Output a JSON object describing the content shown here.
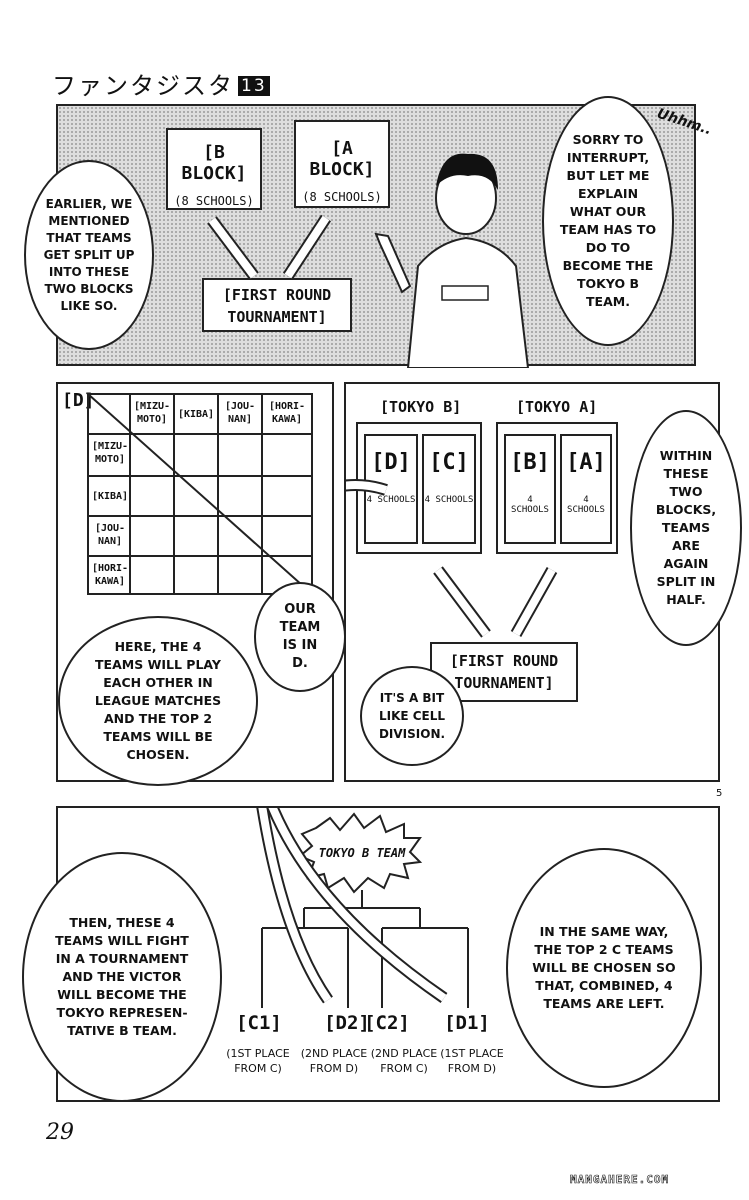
{
  "header": {
    "title": "ファンタジスタ",
    "volume": "13"
  },
  "panel1": {
    "b_block": {
      "label": "[B BLOCK]",
      "count": "(8 SCHOOLS)"
    },
    "a_block": {
      "label": "[A BLOCK]",
      "count": "(8 SCHOOLS)"
    },
    "first_round": "[FIRST ROUND\nTOURNAMENT]",
    "bubble_left": "EARLIER, WE\nMENTIONED\nTHAT TEAMS\nGET SPLIT UP\nINTO THESE\nTWO BLOCKS\nLIKE SO.",
    "bubble_right": "SORRY TO\nINTERRUPT,\nBUT LET ME\nEXPLAIN\nWHAT OUR\nTEAM HAS TO\nDO TO\nBECOME THE\nTOKYO B\nTEAM.",
    "sfx": "Uhhm.."
  },
  "panel2": {
    "grid_title": "[D]",
    "col_headers": [
      "[MIZU-\nMOTO]",
      "[KIBA]",
      "[JOU-\nNAN]",
      "[HORI-\nKAWA]"
    ],
    "row_headers": [
      "[MIZU-\nMOTO]",
      "[KIBA]",
      "[JOU-\nNAN]",
      "[HORI-\nKAWA]"
    ],
    "bubble_team": "OUR\nTEAM\nIS IN\nD.",
    "bubble_league": "HERE, THE 4\nTEAMS WILL PLAY\nEACH OTHER IN\nLEAGUE MATCHES\nAND THE TOP 2\nTEAMS WILL BE\nCHOSEN."
  },
  "panel3": {
    "tokyo_b": "[TOKYO B]",
    "tokyo_a": "[TOKYO A]",
    "blocks": [
      {
        "letter": "[D]",
        "count": "4 SCHOOLS"
      },
      {
        "letter": "[C]",
        "count": "4 SCHOOLS"
      },
      {
        "letter": "[B]",
        "count": "4 SCHOOLS"
      },
      {
        "letter": "[A]",
        "count": "4 SCHOOLS"
      }
    ],
    "first_round": "[FIRST ROUND\nTOURNAMENT]",
    "bubble_within": "WITHIN\nTHESE\nTWO\nBLOCKS,\nTEAMS\nARE\nAGAIN\nSPLIT IN\nHALF.",
    "bubble_cell": "IT'S A BIT\nLIKE CELL\nDIVISION."
  },
  "panel4": {
    "starburst": "TOKYO B TEAM",
    "bracket": [
      {
        "label": "[C1]",
        "sub": "(1ST PLACE\nFROM C)"
      },
      {
        "label": "[D2]",
        "sub": "(2ND PLACE\nFROM D)"
      },
      {
        "label": "[C2]",
        "sub": "(2ND PLACE\nFROM C)"
      },
      {
        "label": "[D1]",
        "sub": "(1ST PLACE\nFROM D)"
      }
    ],
    "bubble_left": "THEN, THESE 4\nTEAMS WILL FIGHT\nIN A TOURNAMENT\nAND THE VICTOR\nWILL BECOME THE\nTOKYO REPRESEN-\nTATIVE B TEAM.",
    "bubble_right": "IN THE SAME WAY,\nTHE TOP 2 C TEAMS\nWILL BE CHOSEN SO\nTHAT, COMBINED, 4\nTEAMS ARE LEFT."
  },
  "footer": {
    "page_number": "29",
    "side_number": "5",
    "watermark": "MANGAHERE.COM"
  }
}
